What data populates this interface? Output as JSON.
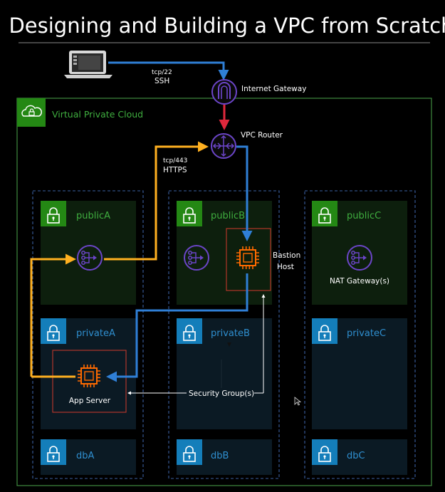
{
  "title": "Designing and Building a VPC from Scratch",
  "labels": {
    "ssh_port": "tcp/22",
    "ssh": "SSH",
    "internet_gateway": "Internet Gateway",
    "vpc": "Virtual Private Cloud",
    "vpc_router": "VPC Router",
    "https_port": "tcp/443",
    "https": "HTTPS",
    "bastion_line1": "Bastion",
    "bastion_line2": "Host",
    "nat_gateways": "NAT Gateway(s)",
    "app_server": "App Server",
    "security_groups": "Security Group(s)"
  },
  "subnets": {
    "publicA": "publicA",
    "publicB": "publicB",
    "publicC": "publicC",
    "privateA": "privateA",
    "privateB": "privateB",
    "privateC": "privateC",
    "dbA": "dbA",
    "dbB": "dbB",
    "dbC": "dbC"
  },
  "colors": {
    "background": "#000000",
    "vpc_border": "#3f8a3f",
    "vpc_icon_bg": "#248814",
    "public_subnet_bg": "#0d1f0d",
    "public_icon_bg": "#248814",
    "public_text": "#3fae3f",
    "private_subnet_bg": "#0b1a24",
    "private_icon_bg": "#147eba",
    "private_text": "#2f8fd0",
    "az_border": "#3a5fa0",
    "gateway_purple": "#6b45c8",
    "instance_orange": "#ff6a00",
    "ssh_flow": "#2f7fd6",
    "https_flow": "#ffb020",
    "igw_to_router": "#e0283c",
    "security_group_line": "#ffffff"
  }
}
